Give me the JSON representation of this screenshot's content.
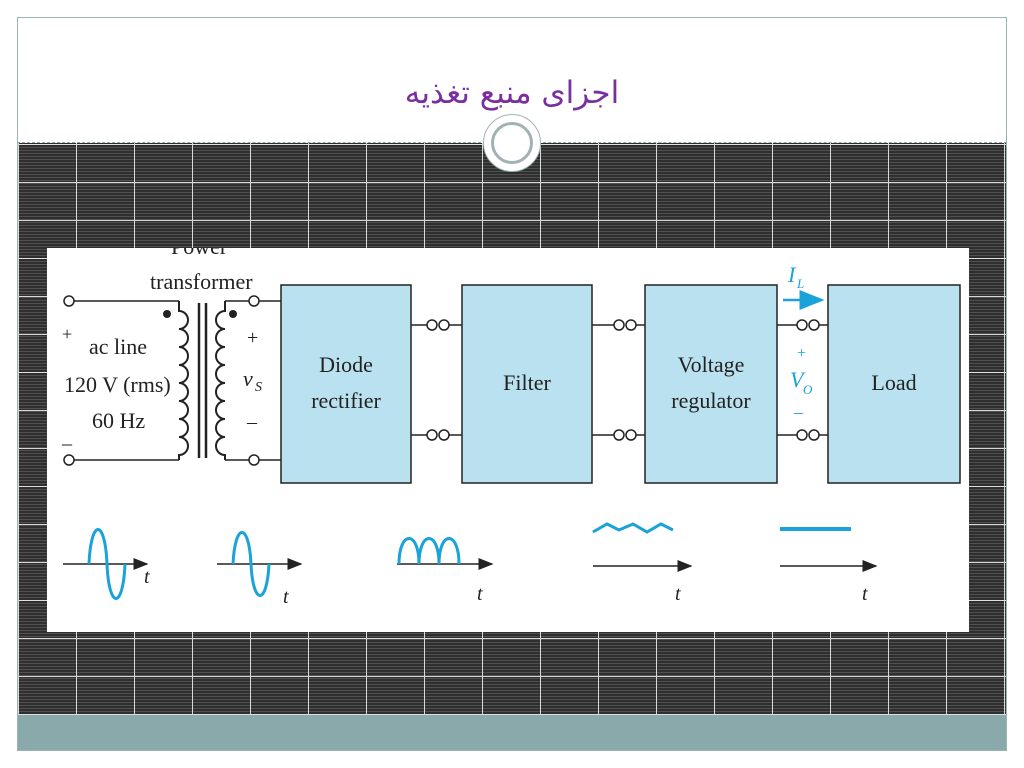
{
  "slide": {
    "title": "اجزای منبع تغذیه"
  },
  "diagram": {
    "input": {
      "plus": "+",
      "minus": "_",
      "line1": "ac line",
      "line2": "120 V (rms)",
      "line3": "60 Hz"
    },
    "transformer": {
      "label_top": "Power",
      "label_bottom": "transformer"
    },
    "secondary": {
      "plus": "+",
      "minus": "–",
      "symbol": "v",
      "subscript": "S"
    },
    "blocks": [
      {
        "line1": "Diode",
        "line2": "rectifier"
      },
      {
        "line1": "Filter"
      },
      {
        "line1": "Voltage",
        "line2": "regulator"
      },
      {
        "line1": "Load"
      }
    ],
    "output": {
      "current": "I",
      "current_sub": "L",
      "plus": "+",
      "voltage": "V",
      "voltage_sub": "O",
      "minus": "–"
    },
    "waveforms": [
      {
        "shape": "sine",
        "axis_label": "t"
      },
      {
        "shape": "sine",
        "axis_label": "t"
      },
      {
        "shape": "full-wave-rectified",
        "axis_label": "t"
      },
      {
        "shape": "ripple",
        "axis_label": "t"
      },
      {
        "shape": "dc",
        "axis_label": "t"
      }
    ],
    "colors": {
      "block_fill": "#b9e1ef",
      "wave_color": "#1aa3d9",
      "line_color": "#222222"
    }
  }
}
